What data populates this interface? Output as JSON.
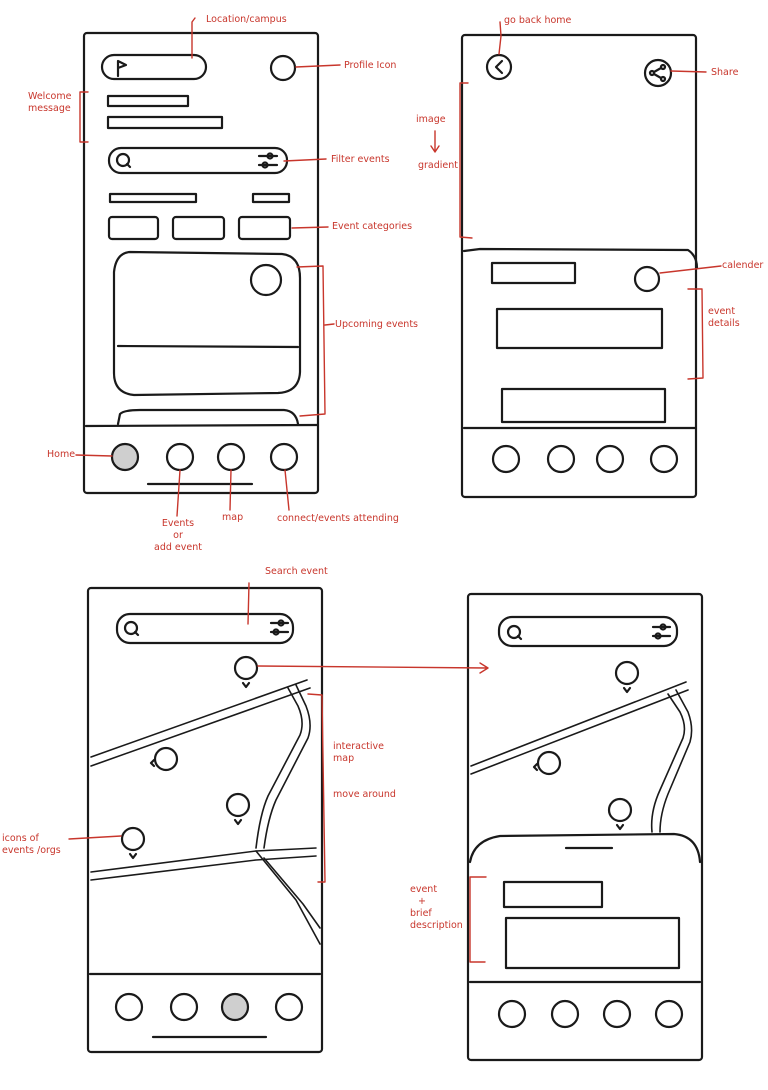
{
  "annotations": {
    "location_campus": "Location/campus",
    "profile_icon": "Profile Icon",
    "welcome_message": [
      "Welcome",
      "message"
    ],
    "filter_events": "Filter events",
    "event_categories": "Event categories",
    "upcoming_events": "Upcoming events",
    "home": "Home",
    "events_add": [
      "Events",
      "or",
      "add event"
    ],
    "map": "map",
    "connect_attending": "connect/events attending",
    "go_back_home": "go back home",
    "share": "Share",
    "image_gradient": [
      "image",
      "gradient"
    ],
    "calendar": "calender",
    "event_details": [
      "event",
      "details"
    ],
    "search_event": "Search event",
    "interactive_map": [
      "interactive",
      "map"
    ],
    "move_around": "move around",
    "icons_events_orgs": [
      "icons of",
      "events /orgs"
    ],
    "event_brief": [
      "event",
      "+",
      "brief",
      "description"
    ]
  },
  "colors": {
    "ink": "#1a1a1a",
    "annotation": "#c8362c",
    "active_fill": "#cfcfcf"
  },
  "icon_glyphs": {
    "back": "<",
    "share": "share-nodes",
    "search": "magnifier",
    "filter": "sliders"
  }
}
